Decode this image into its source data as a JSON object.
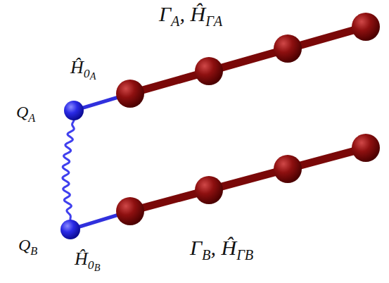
{
  "diagram": {
    "nodes": [
      {
        "text": [
          "QA"
        ]
      },
      {
        "text": [
          "QB"
        ]
      }
    ],
    "edges": [
      {
        "from": 0,
        "to": 1,
        "arrow": "none"
      }
    ],
    "labels": [
      "ΓA, ĤΓA",
      "Ĥ0A",
      "Ĥ0B",
      "ΓB, ĤΓB"
    ]
  }
}
